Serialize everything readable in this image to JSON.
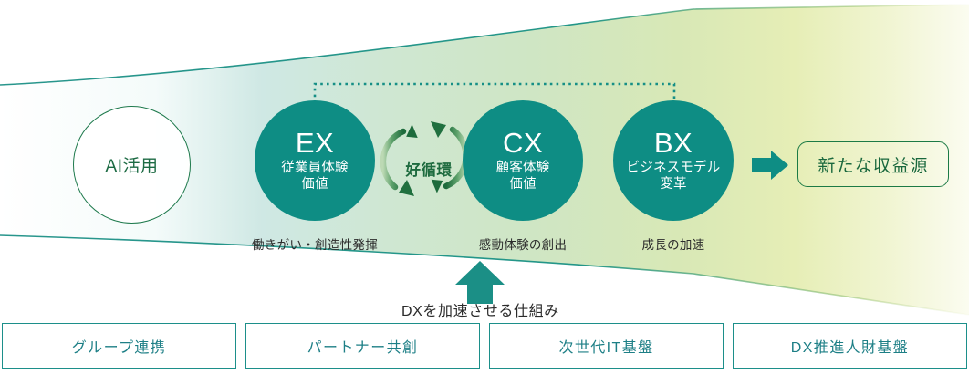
{
  "diagram": {
    "title_hidden": "",
    "colors": {
      "teal_solid": "#0e8d84",
      "teal_border": "#1c8f8a",
      "dark_green": "#1c7a45",
      "band_left": "#ffffff",
      "band_mid": "#cfe6c6",
      "band_right": "#f2f6df",
      "caption_text": "#2b2b2b"
    },
    "circles": [
      {
        "id": "ai",
        "style": "outline",
        "title": "AI活用",
        "sub1": "",
        "sub2": "",
        "caption": ""
      },
      {
        "id": "ex",
        "style": "solid",
        "title": "EX",
        "sub1": "従業員体験",
        "sub2": "価値",
        "caption": "働きがい・創造性発揮"
      },
      {
        "id": "cx",
        "style": "solid",
        "title": "CX",
        "sub1": "顧客体験",
        "sub2": "価値",
        "caption": "感動体験の創出"
      },
      {
        "id": "bx",
        "style": "solid",
        "title": "BX",
        "sub1": "ビジネスモデル",
        "sub2": "変革",
        "caption": "成長の加速"
      }
    ],
    "cycle": {
      "label": "好循環",
      "icon": "circular-arrows-icon"
    },
    "outcome": {
      "label": "新たな収益源",
      "arrow_icon": "right-arrow-icon"
    },
    "bottom_arrow": {
      "label": "DXを加速させる仕組み",
      "icon": "up-arrow-icon"
    },
    "foundations": [
      {
        "label": "グループ連携"
      },
      {
        "label": "パートナー共創"
      },
      {
        "label": "次世代IT基盤"
      },
      {
        "label": "DX推進人財基盤"
      }
    ],
    "connector": {
      "name": "dotted-bracket-ex-to-bx",
      "style": "dotted"
    }
  }
}
